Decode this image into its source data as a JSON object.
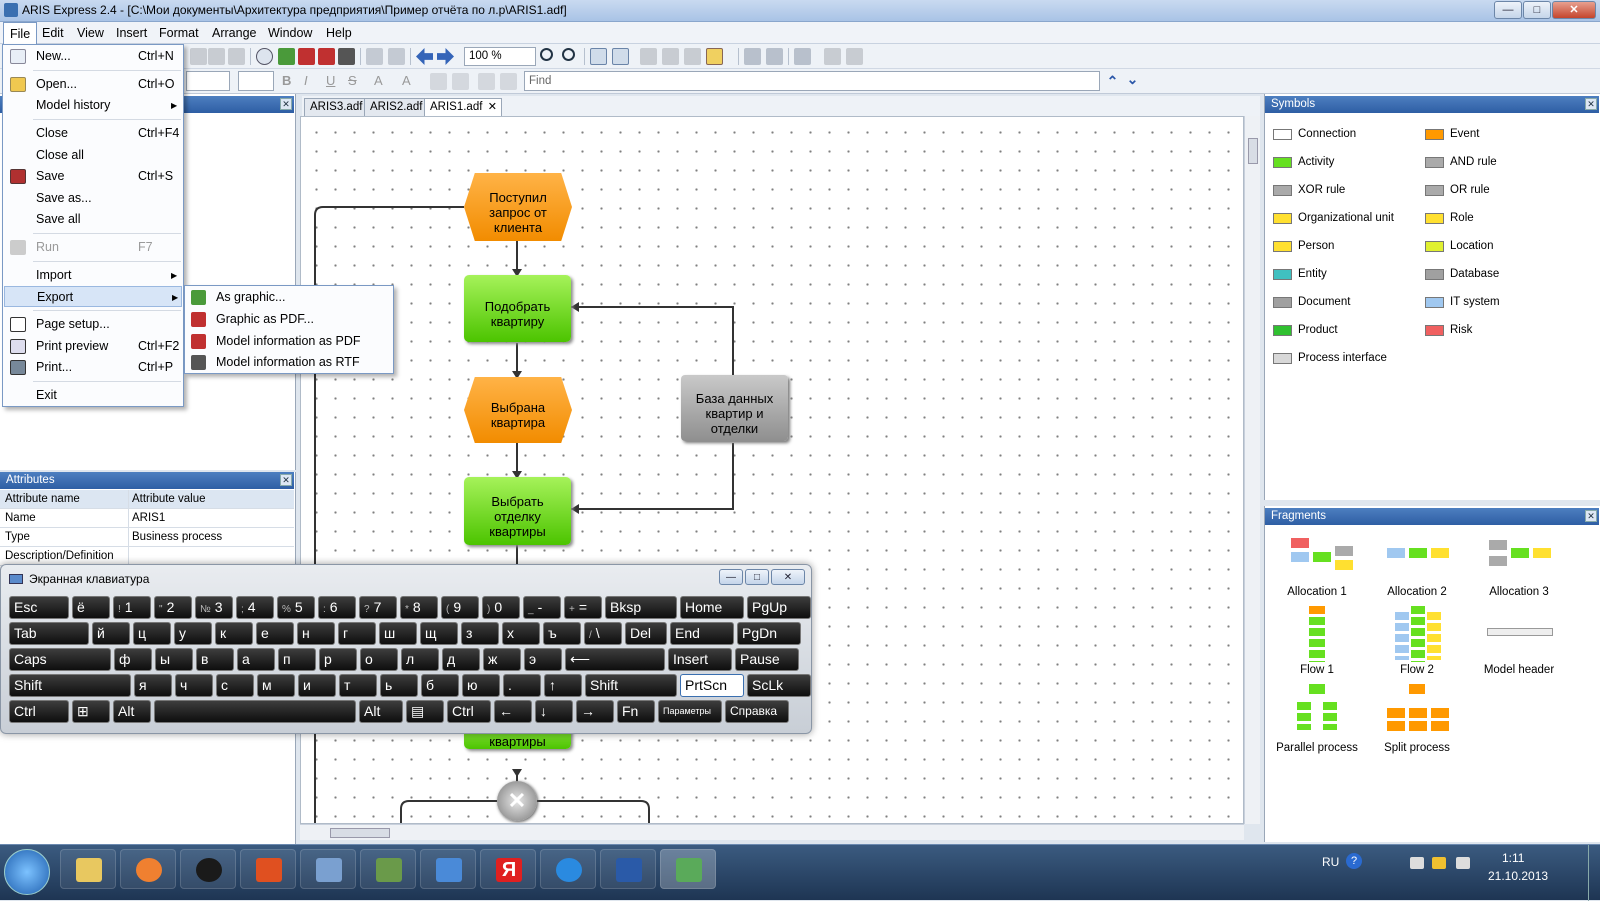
{
  "window": {
    "title": "ARIS Express 2.4 - [C:\\Мои документы\\Архитектура предприятия\\Пример отчёта по л.р\\ARIS1.adf]",
    "minimize": "—",
    "maximize": "□",
    "close": "✕"
  },
  "menubar": [
    "File",
    "Edit",
    "View",
    "Insert",
    "Format",
    "Arrange",
    "Window",
    "Help"
  ],
  "toolbar": {
    "zoom": "100 %",
    "find_placeholder": "Find"
  },
  "file_menu": {
    "items": [
      {
        "label": "New...",
        "shortcut": "Ctrl+N"
      },
      {
        "label": "Open...",
        "shortcut": "Ctrl+O"
      },
      {
        "label": "Model history",
        "submenu": "▶"
      },
      {
        "label": "Close",
        "shortcut": "Ctrl+F4"
      },
      {
        "label": "Close all"
      },
      {
        "label": "Save",
        "shortcut": "Ctrl+S"
      },
      {
        "label": "Save as..."
      },
      {
        "label": "Save all"
      },
      {
        "label": "Run",
        "shortcut": "F7"
      },
      {
        "label": "Import",
        "submenu": "▶"
      },
      {
        "label": "Export",
        "submenu": "▶"
      },
      {
        "label": "Page setup..."
      },
      {
        "label": "Print preview",
        "shortcut": "Ctrl+F2"
      },
      {
        "label": "Print...",
        "shortcut": "Ctrl+P"
      },
      {
        "label": "Exit"
      }
    ]
  },
  "export_submenu": [
    "As graphic...",
    "Graphic as PDF...",
    "Model information as PDF",
    "Model information as RTF"
  ],
  "tabs": [
    "ARIS3.adf",
    "ARIS2.adf",
    "ARIS1.adf"
  ],
  "tab_close": "✕",
  "attributes": {
    "title": "Attributes",
    "col_name": "Attribute name",
    "col_value": "Attribute value",
    "rows": [
      {
        "name": "Name",
        "value": "ARIS1"
      },
      {
        "name": "Type",
        "value": "Business process"
      },
      {
        "name": "Description/Definition",
        "value": ""
      }
    ]
  },
  "diagram": {
    "event1": "Поступил запрос от клиента",
    "func1": "Подобрать квартиру",
    "event2": "Выбрана квартира",
    "db": "База данных квартир и отделки",
    "func2": "Выбрать отделку квартиры",
    "func3_partial": "квартиры",
    "xor": "✕"
  },
  "symbols": {
    "title": "Symbols",
    "items": [
      {
        "label": "Connection",
        "color": "#ffffff"
      },
      {
        "label": "Event",
        "color": "#ff9900"
      },
      {
        "label": "Activity",
        "color": "#66e020"
      },
      {
        "label": "AND rule",
        "color": "#aaaaaa"
      },
      {
        "label": "XOR rule",
        "color": "#aaaaaa"
      },
      {
        "label": "OR rule",
        "color": "#aaaaaa"
      },
      {
        "label": "Organizational unit",
        "color": "#ffe030"
      },
      {
        "label": "Role",
        "color": "#ffe030"
      },
      {
        "label": "Person",
        "color": "#ffe030"
      },
      {
        "label": "Location",
        "color": "#e0f030"
      },
      {
        "label": "Entity",
        "color": "#40c0c0"
      },
      {
        "label": "Database",
        "color": "#a0a0a0"
      },
      {
        "label": "Document",
        "color": "#a0a0a0"
      },
      {
        "label": "IT system",
        "color": "#a0c8f0"
      },
      {
        "label": "Product",
        "color": "#30c030"
      },
      {
        "label": "Risk",
        "color": "#f06060"
      },
      {
        "label": "Process interface",
        "color": "#d8d8d8"
      }
    ]
  },
  "fragments": {
    "title": "Fragments",
    "items": [
      "Allocation 1",
      "Allocation 2",
      "Allocation 3",
      "Flow 1",
      "Flow 2",
      "Model header",
      "Parallel process",
      "Split process"
    ]
  },
  "osk": {
    "title": "Экранная клавиатура",
    "min": "—",
    "max": "□",
    "close": "✕",
    "rows": [
      [
        [
          "Esc",
          ""
        ],
        [
          "ё",
          ""
        ],
        [
          "1",
          "!"
        ],
        [
          "2",
          "\""
        ],
        [
          "3",
          "№"
        ],
        [
          "4",
          ";"
        ],
        [
          "5",
          "%"
        ],
        [
          "6",
          ":"
        ],
        [
          "7",
          "?"
        ],
        [
          "8",
          "*"
        ],
        [
          "9",
          "("
        ],
        [
          "0",
          ")"
        ],
        [
          "-",
          "_"
        ],
        [
          "=",
          "+"
        ],
        [
          "Bksp",
          ""
        ],
        [
          "Home",
          ""
        ],
        [
          "PgUp",
          ""
        ]
      ],
      [
        [
          "Tab",
          ""
        ],
        [
          "й",
          ""
        ],
        [
          "ц",
          ""
        ],
        [
          "у",
          ""
        ],
        [
          "к",
          ""
        ],
        [
          "е",
          ""
        ],
        [
          "н",
          ""
        ],
        [
          "г",
          ""
        ],
        [
          "ш",
          ""
        ],
        [
          "щ",
          ""
        ],
        [
          "з",
          ""
        ],
        [
          "х",
          ""
        ],
        [
          "ъ",
          ""
        ],
        [
          "\\",
          "/"
        ],
        [
          "Del",
          ""
        ],
        [
          "End",
          ""
        ],
        [
          "PgDn",
          ""
        ]
      ],
      [
        [
          "Caps",
          ""
        ],
        [
          "ф",
          ""
        ],
        [
          "ы",
          ""
        ],
        [
          "в",
          ""
        ],
        [
          "а",
          ""
        ],
        [
          "п",
          ""
        ],
        [
          "р",
          ""
        ],
        [
          "о",
          ""
        ],
        [
          "л",
          ""
        ],
        [
          "д",
          ""
        ],
        [
          "ж",
          ""
        ],
        [
          "э",
          ""
        ],
        [
          "⟵",
          ""
        ],
        [
          "Insert",
          ""
        ],
        [
          "Pause",
          ""
        ]
      ],
      [
        [
          "Shift",
          ""
        ],
        [
          "я",
          ""
        ],
        [
          "ч",
          ""
        ],
        [
          "с",
          ""
        ],
        [
          "м",
          ""
        ],
        [
          "и",
          ""
        ],
        [
          "т",
          ""
        ],
        [
          "ь",
          ""
        ],
        [
          "б",
          ""
        ],
        [
          "ю",
          ""
        ],
        [
          ".",
          ""
        ],
        [
          "↑",
          ""
        ],
        [
          "Shift",
          ""
        ],
        [
          "PrtScn",
          ""
        ],
        [
          "ScLk",
          ""
        ]
      ],
      [
        [
          "Ctrl",
          ""
        ],
        [
          "⊞",
          ""
        ],
        [
          "Alt",
          ""
        ],
        [
          "",
          ""
        ],
        [
          "Alt",
          ""
        ],
        [
          "▤",
          ""
        ],
        [
          "Ctrl",
          ""
        ],
        [
          "←",
          ""
        ],
        [
          "↓",
          ""
        ],
        [
          "→",
          ""
        ],
        [
          "Fn",
          ""
        ],
        [
          "Параметры",
          ""
        ],
        [
          "Справка",
          ""
        ]
      ]
    ]
  },
  "taskbar": {
    "lang": "RU",
    "time": "1:11",
    "date": "21.10.2013",
    "apps": [
      "explorer",
      "media-player",
      "hp",
      "office-tools",
      "control-panel",
      "network",
      "volume-app",
      "yandex",
      "ie",
      "word",
      "aris"
    ]
  }
}
